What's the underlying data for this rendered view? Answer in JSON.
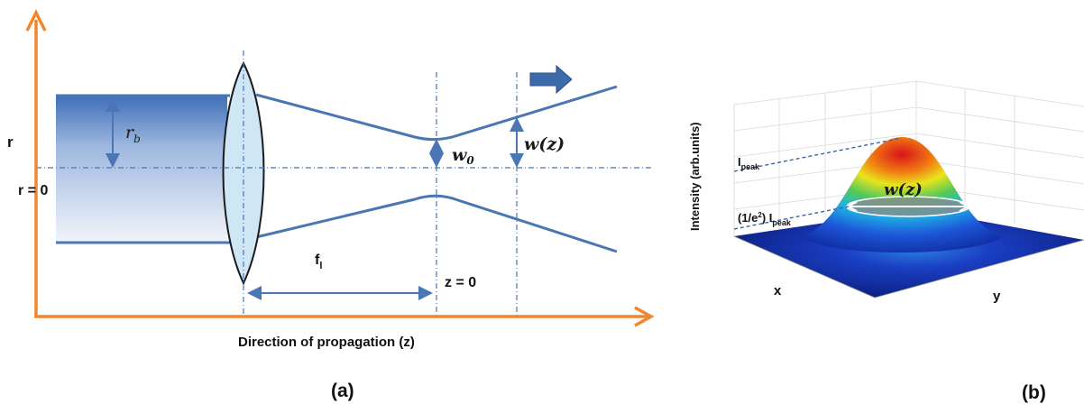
{
  "panel_a": {
    "caption": "(a)",
    "axis_y_label": "r",
    "origin_label": "r = 0",
    "beam_radius_label": "r",
    "beam_radius_sub": "b",
    "waist_label": "w",
    "waist_sub": "0",
    "beam_width_label": "w(z)",
    "focal_label": "f",
    "focal_sub": "l",
    "focus_position_label": "z = 0",
    "axis_x_label": "Direction of propagation (z)"
  },
  "panel_b": {
    "caption": "(b)",
    "axis_z_label": "Intensity (arb.units)",
    "peak_label": "I",
    "peak_sub": "peak",
    "threshold_prefix": "(1/e",
    "threshold_sup": "2",
    "threshold_mid": ") I",
    "threshold_sub": "peak",
    "width_label": "w(z)",
    "axis_x_label": "x",
    "axis_y_label": "y"
  },
  "colors": {
    "axis": "#f0872e",
    "beam": "#4a76b5",
    "beam_fill_top": "#2f63b0",
    "beam_fill_bottom": "#eaf1fb",
    "lens_fill": "#cfe6f5",
    "guide": "#4a76b5"
  }
}
